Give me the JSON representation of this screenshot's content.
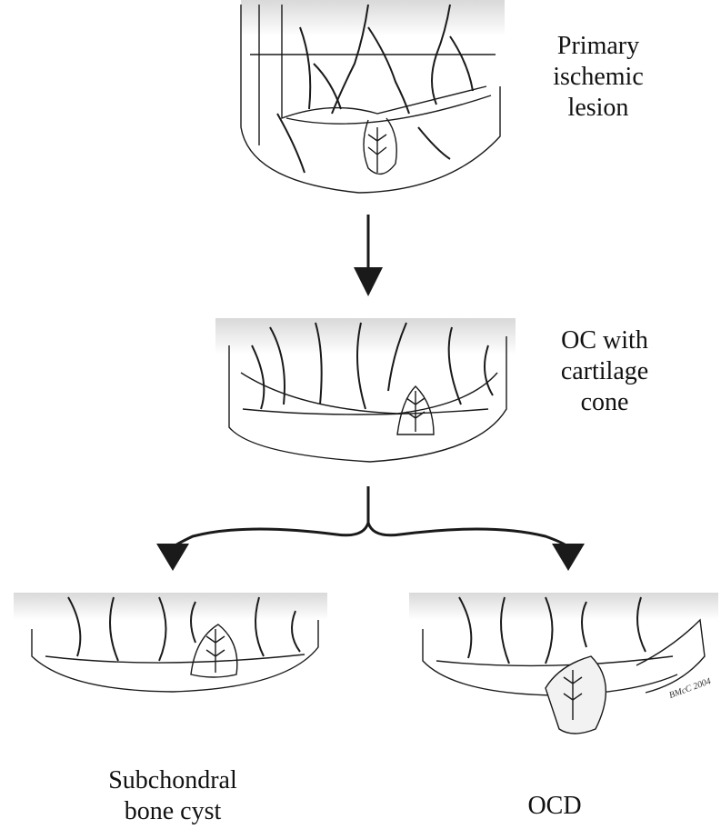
{
  "stages": {
    "primary": {
      "lines": [
        "Primary",
        "ischemic",
        "lesion"
      ]
    },
    "oc": {
      "lines": [
        "OC with",
        "cartilage",
        "cone"
      ]
    },
    "cyst": {
      "lines": [
        "Subchondral",
        "bone cyst"
      ]
    },
    "ocd": {
      "lines": [
        "OCD"
      ]
    }
  },
  "signature": "BMcC 2004",
  "colors": {
    "ink": "#1a1a1a",
    "shade": "#e6e6e6",
    "paper": "#ffffff"
  }
}
